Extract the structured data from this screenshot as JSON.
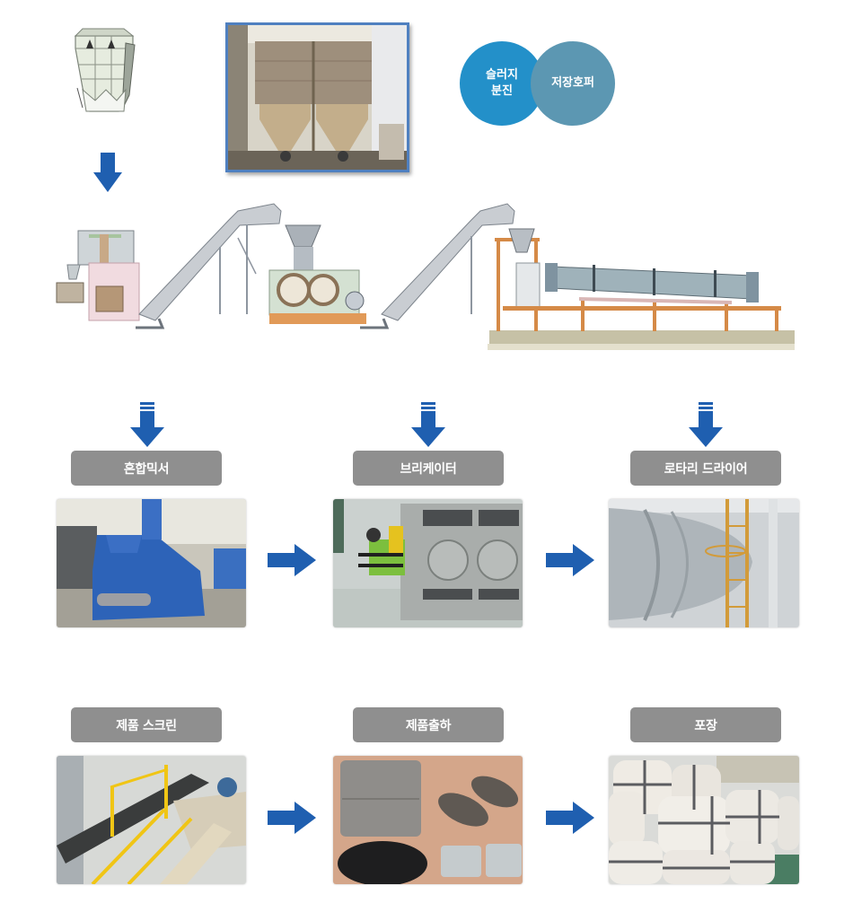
{
  "top_section": {
    "circles": [
      {
        "lines": [
          "슬러지",
          "분진"
        ],
        "color": "#2390c9"
      },
      {
        "lines": [
          "저장호퍼"
        ],
        "color": "#5c97b2"
      }
    ],
    "images": {
      "silo_illustration": "sludge-dust-silo-illustration",
      "storage_hopper_photo": "storage-hopper-photo"
    }
  },
  "process_illustration": {
    "components": [
      "mixer-unit",
      "inclined-conveyor-1",
      "briquetter-roller-press",
      "inclined-conveyor-2",
      "feed-hopper",
      "rotary-drum-dryer",
      "steel-support-frame"
    ]
  },
  "steps_row1": [
    {
      "label": "혼합믹서",
      "photo": "mixer-photo"
    },
    {
      "label": "브리케이터",
      "photo": "briquetter-photo"
    },
    {
      "label": "로타리 드라이어",
      "photo": "rotary-dryer-photo"
    }
  ],
  "steps_row2": [
    {
      "label": "제품 스크린",
      "photo": "product-screen-photo"
    },
    {
      "label": "제품출하",
      "photo": "product-shipment-photo"
    },
    {
      "label": "포장",
      "photo": "packaging-photo"
    }
  ],
  "colors": {
    "arrow_blue": "#1f5fb0",
    "label_gray": "#8f8f8f",
    "frame_blue": "#4f80c0"
  }
}
